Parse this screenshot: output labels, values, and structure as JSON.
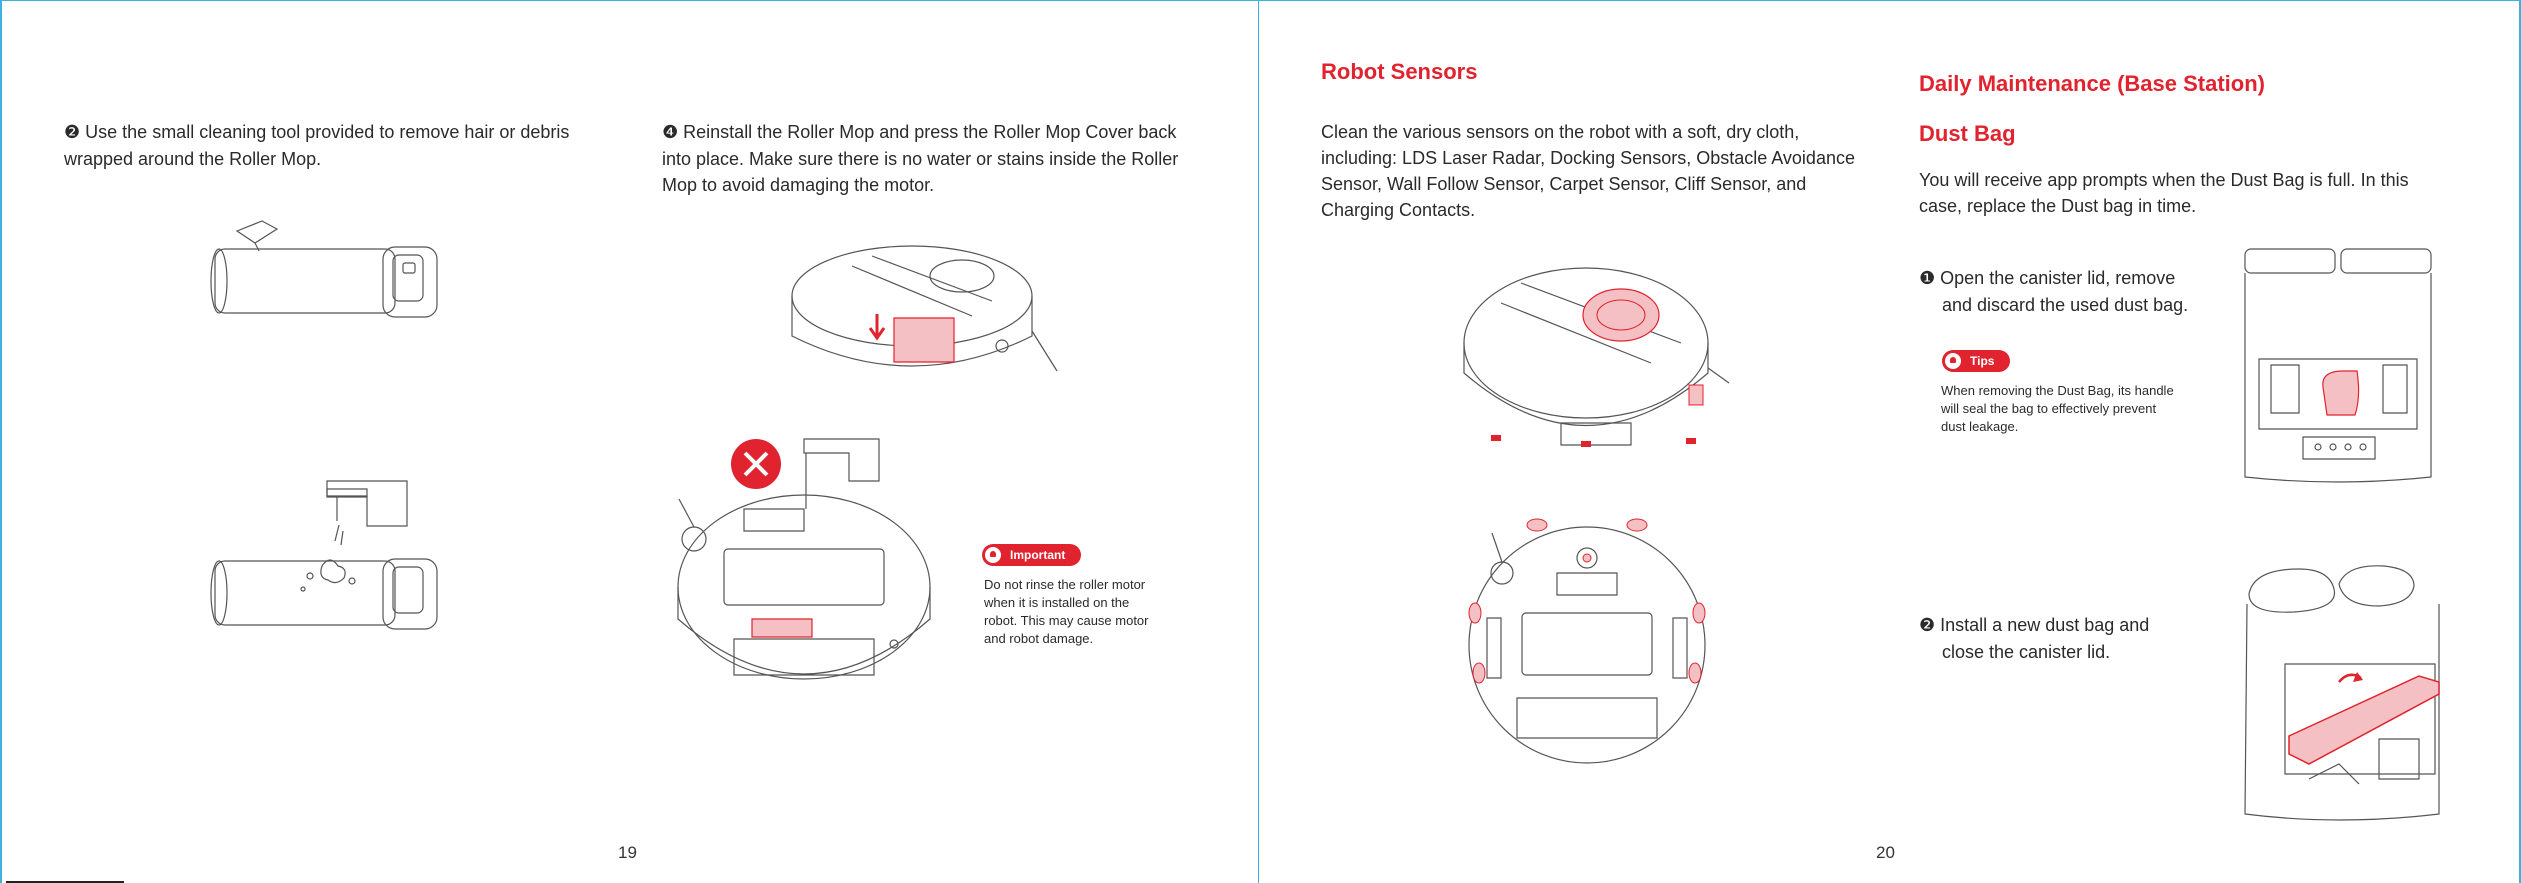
{
  "left_page": {
    "step2": {
      "badge": "❷",
      "text_l1": "Use the small cleaning tool provided to remove hair or debris",
      "text_l2": "wrapped around the Roller Mop."
    },
    "step4": {
      "badge": "❹",
      "text_l1": "Reinstall the Roller Mop and press the Roller Mop Cover back",
      "text_l2": "into place. Make sure there is no water or stains inside the Roller",
      "text_l3": "Mop to avoid damaging the motor."
    },
    "important": {
      "label": "Important",
      "lines": [
        "Do not rinse the roller motor",
        "when it is installed on the",
        "robot. This may cause motor",
        "and robot damage."
      ]
    },
    "page_number": "19"
  },
  "right_page": {
    "robot_sensors": {
      "heading": "Robot Sensors",
      "lines": [
        "Clean the various sensors on the robot with a soft, dry cloth,",
        "including: LDS Laser Radar, Docking Sensors, Obstacle Avoidance",
        "Sensor, Wall Follow Sensor, Carpet Sensor, Cliff Sensor, and",
        "Charging Contacts."
      ]
    },
    "daily_maintenance": {
      "heading": "Daily Maintenance (Base Station)",
      "subheading": "Dust Bag",
      "intro_l1": "You will receive app prompts when the Dust Bag is full. In this",
      "intro_l2": "case, replace the Dust bag in time.",
      "step1": {
        "badge": "❶",
        "line1": "Open the canister lid, remove",
        "line2": "and discard the used dust bag."
      },
      "tips": {
        "label": "Tips",
        "lines": [
          "When removing the Dust Bag, its handle",
          "will seal the bag to effectively prevent",
          "dust leakage."
        ]
      },
      "step2": {
        "badge": "❷",
        "line1": "Install a new dust bag and",
        "line2": "close the canister lid."
      }
    },
    "page_number": "20"
  },
  "colors": {
    "accent_red": "#e0232e",
    "border_blue": "#3bb3e0",
    "line_gray": "#555555"
  }
}
